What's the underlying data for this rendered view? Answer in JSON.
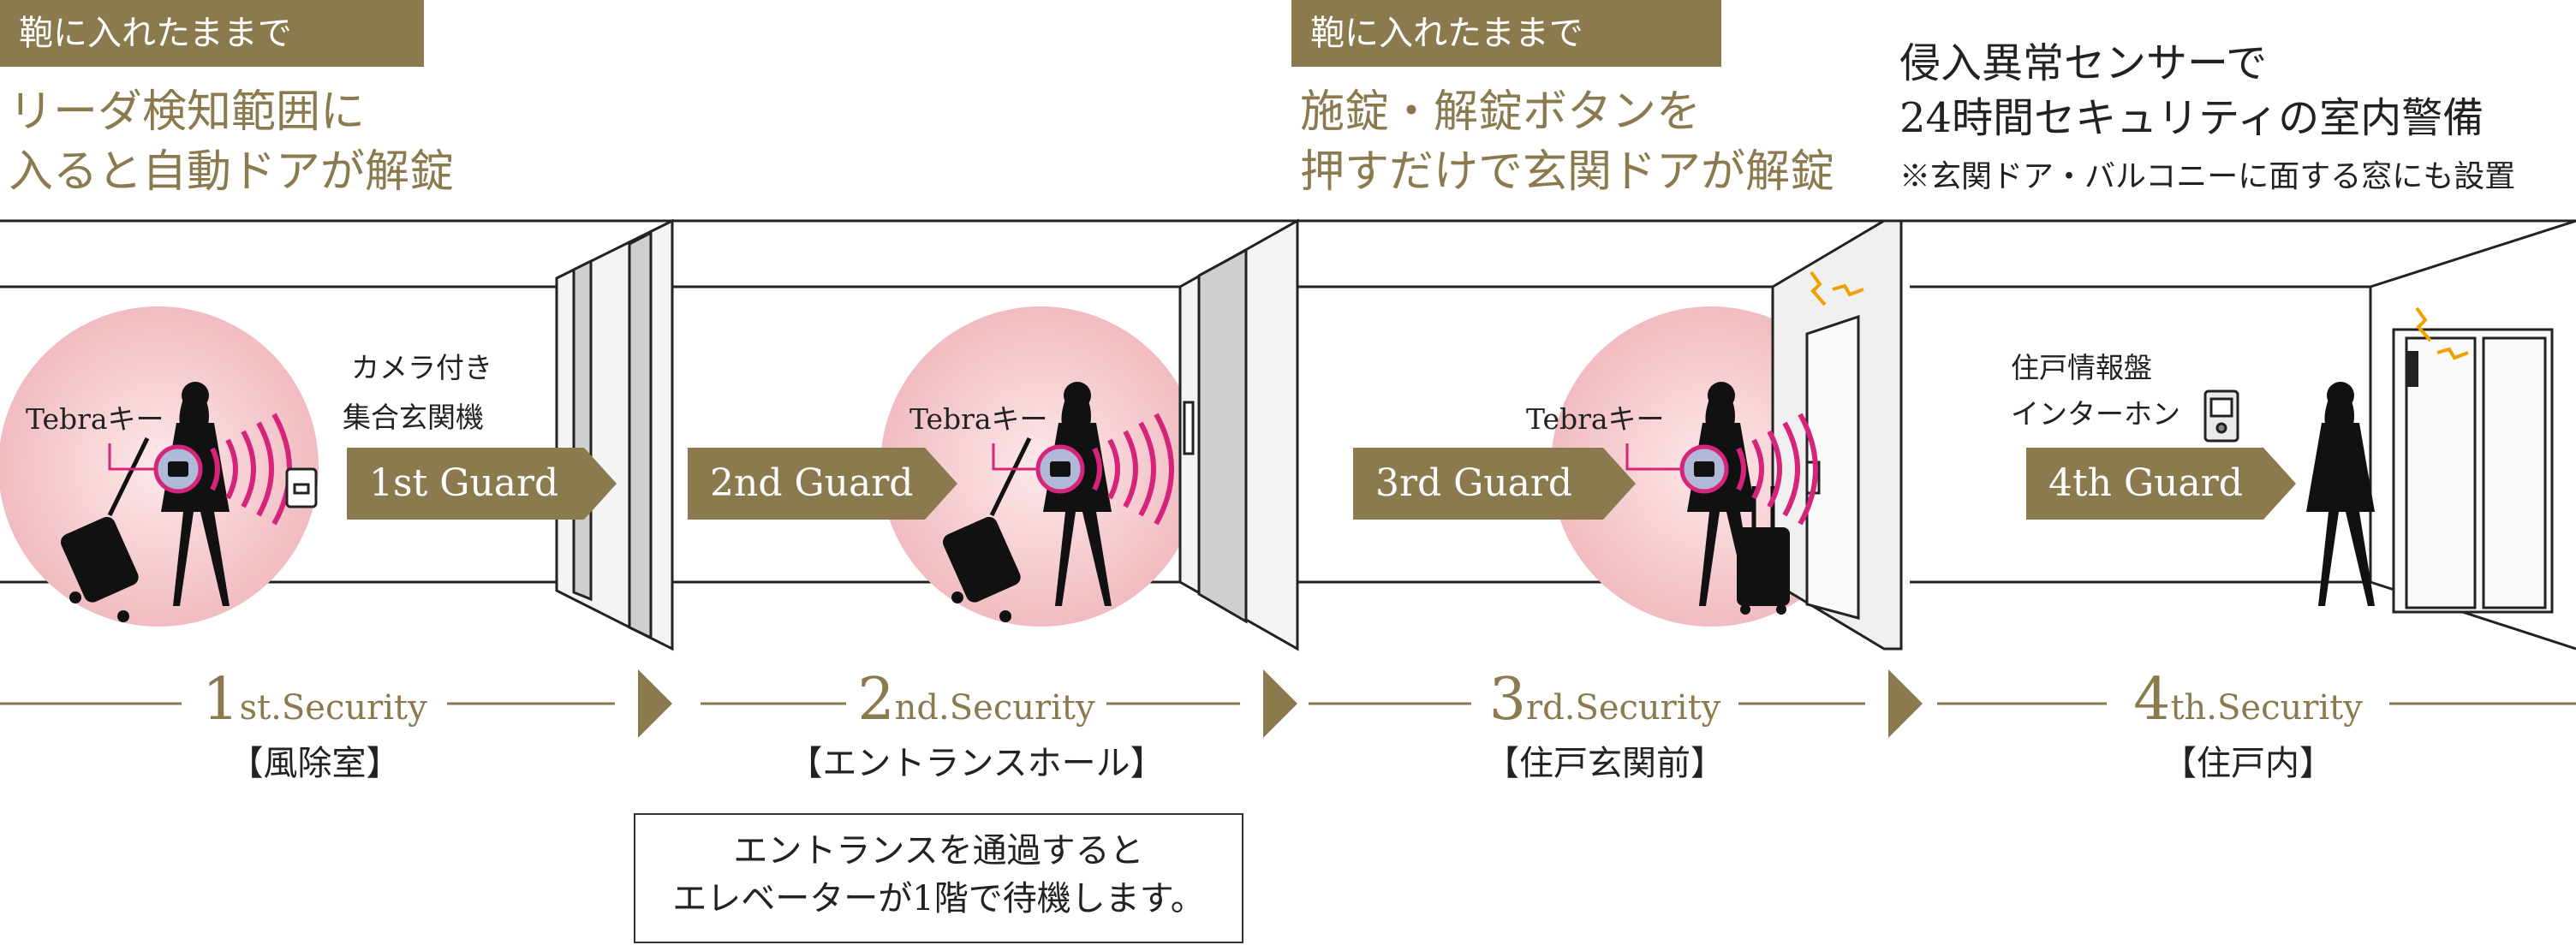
{
  "colors": {
    "gold": "#8a7a4e",
    "magenta": "#d6247a",
    "halo": "#f4c6c8"
  },
  "steps": [
    {
      "tag": "鞄に入れたままで",
      "lead1": "リーダ検知範囲に",
      "lead2": "入ると自動ドアが解錠",
      "key_label": "Tebraキー",
      "device1": "カメラ付き",
      "device2": "集合玄関機",
      "guard": "1st Guard",
      "sec_num": "1",
      "sec_suffix": "st.Security",
      "place": "【風除室】"
    },
    {
      "key_label": "Tebraキー",
      "guard": "2nd Guard",
      "sec_num": "2",
      "sec_suffix": "nd.Security",
      "place": "【エントランスホール】",
      "note1": "エントランスを通過すると",
      "note2": "エレベーターが1階で待機します。"
    },
    {
      "tag": "鞄に入れたままで",
      "lead1": "施錠・解錠ボタンを",
      "lead2": "押すだけで玄関ドアが解錠",
      "key_label": "Tebraキー",
      "guard": "3rd Guard",
      "sec_num": "3",
      "sec_suffix": "rd.Security",
      "place": "【住戸玄関前】"
    },
    {
      "lead1": "侵入異常センサーで",
      "lead2": "24時間セキュリティの室内警備",
      "note": "※玄関ドア・バルコニーに面する窓にも設置",
      "device1": "住戸情報盤",
      "device2": "インターホン",
      "guard": "4th Guard",
      "sec_num": "4",
      "sec_suffix": "th.Security",
      "place": "【住戸内】"
    }
  ],
  "icons": [
    "tebra-key-icon",
    "woman-silhouette-icon",
    "suitcase-icon",
    "signal-waves-icon",
    "card-reader-icon",
    "alarm-sensor-icon",
    "intercom-icon",
    "step-arrow-icon"
  ]
}
